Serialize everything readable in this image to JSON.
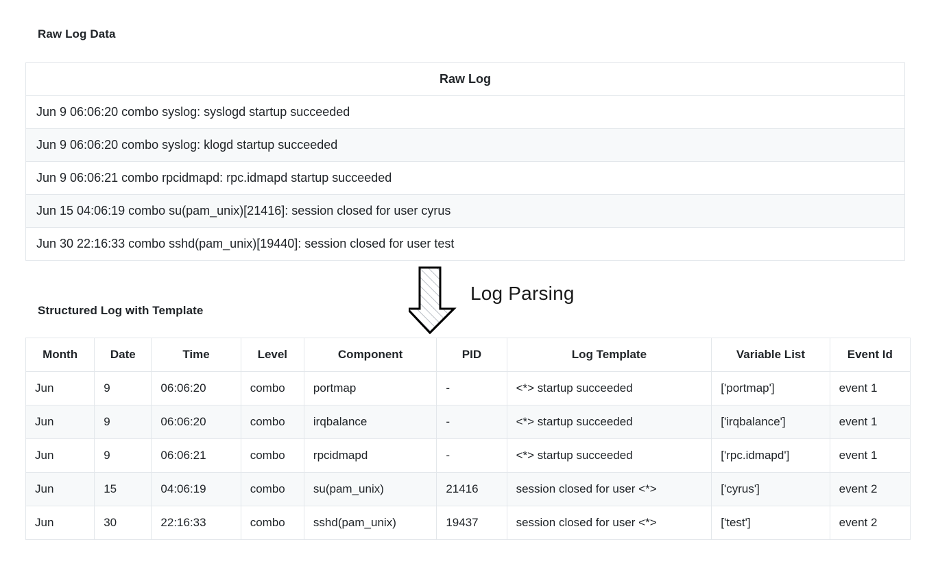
{
  "sections": {
    "raw_title": "Raw Log Data",
    "structured_title": "Structured Log with Template"
  },
  "arrow": {
    "label": "Log Parsing",
    "icon": "down-arrow-hatched-icon",
    "direction": "down"
  },
  "raw_table": {
    "header": "Raw Log",
    "rows": [
      "Jun 9 06:06:20 combo syslog: syslogd startup succeeded",
      "Jun 9 06:06:20 combo syslog: klogd startup succeeded",
      "Jun 9 06:06:21 combo rpcidmapd: rpc.idmapd startup succeeded",
      "Jun 15 04:06:19 combo su(pam_unix)[21416]: session closed for user cyrus",
      "Jun 30 22:16:33 combo sshd(pam_unix)[19440]: session closed for user test"
    ]
  },
  "structured_table": {
    "headers": [
      "Month",
      "Date",
      "Time",
      "Level",
      "Component",
      "PID",
      "Log Template",
      "Variable List",
      "Event Id"
    ],
    "rows": [
      [
        "Jun",
        "9",
        "06:06:20",
        "combo",
        "portmap",
        "-",
        "<*> startup succeeded",
        "['portmap']",
        "event 1"
      ],
      [
        "Jun",
        "9",
        "06:06:20",
        "combo",
        "irqbalance",
        "-",
        "<*> startup succeeded",
        "['irqbalance']",
        "event 1"
      ],
      [
        "Jun",
        "9",
        "06:06:21",
        "combo",
        "rpcidmapd",
        "-",
        "<*> startup succeeded",
        "['rpc.idmapd']",
        "event 1"
      ],
      [
        "Jun",
        "15",
        "04:06:19",
        "combo",
        "su(pam_unix)",
        "21416",
        "session closed for user <*>",
        "['cyrus']",
        "event 2"
      ],
      [
        "Jun",
        "30",
        "22:16:33",
        "combo",
        "sshd(pam_unix)",
        "19437",
        "session closed for user <*>",
        "['test']",
        "event 2"
      ]
    ]
  },
  "colors": {
    "text": "#212529",
    "border": "#e3e7eb",
    "stripe": "#f7f9fa",
    "background": "#ffffff"
  }
}
